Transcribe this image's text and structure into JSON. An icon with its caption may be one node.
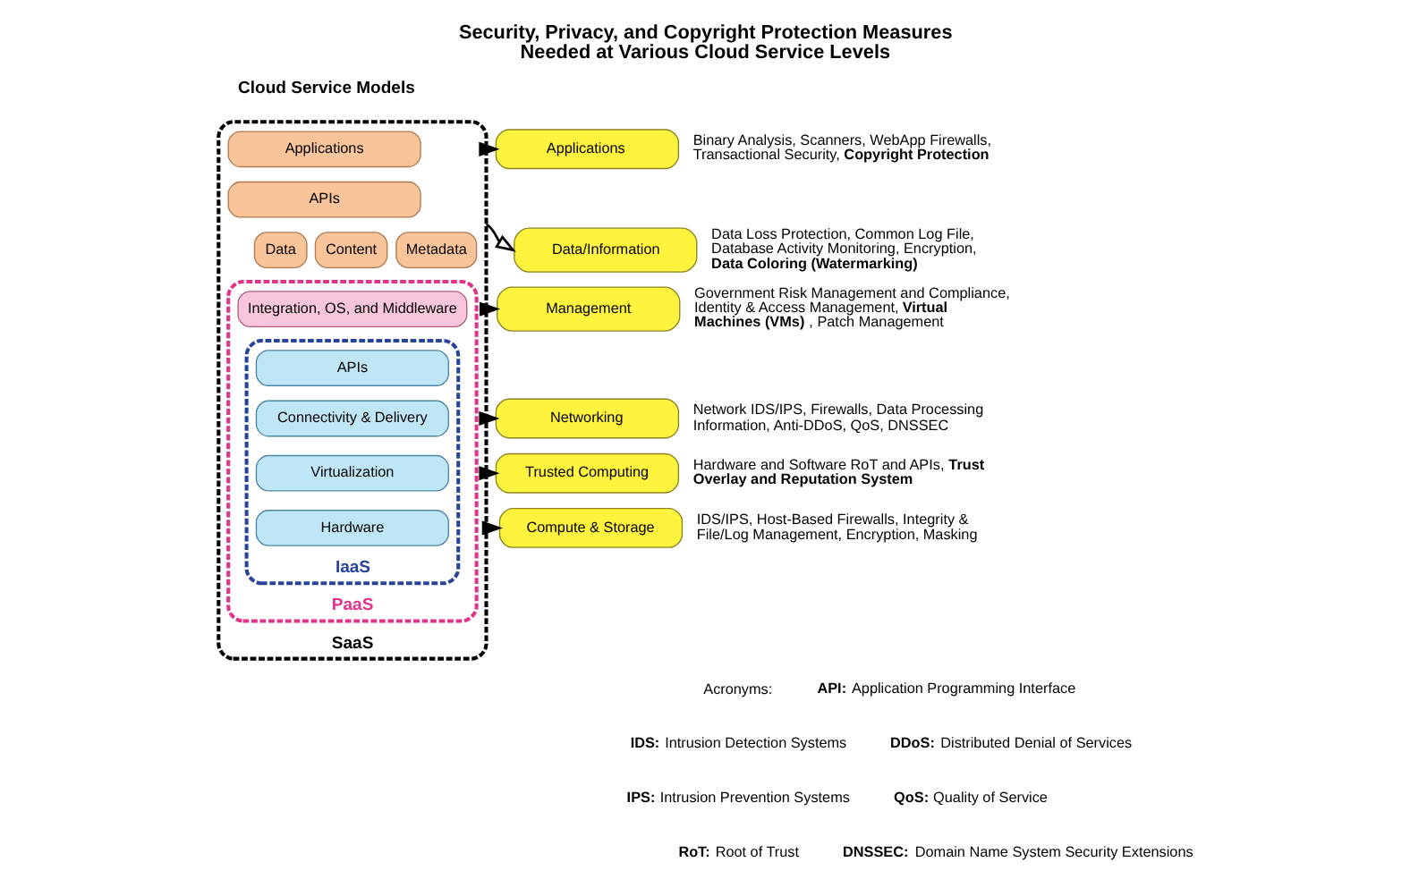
{
  "diagram": {
    "title": "Security, Privacy, and Copyright Protection Measures Needed at Various Cloud Service Levels",
    "nodes": [
      {
        "text": [
          "SaaS"
        ]
      },
      {
        "text": [
          "Applications"
        ],
        "in": 0
      },
      {
        "text": [
          "APIs"
        ],
        "in": 0
      },
      {
        "text": [
          "Data"
        ],
        "in": 0
      },
      {
        "text": [
          "Content"
        ],
        "in": 0
      },
      {
        "text": [
          "Metadata"
        ],
        "in": 0
      },
      {
        "text": [
          "PaaS"
        ],
        "in": 0
      },
      {
        "text": [
          "Integration, OS, and Middleware"
        ],
        "in": 6
      },
      {
        "text": [
          "IaaS"
        ],
        "in": 6
      },
      {
        "text": [
          "APIs"
        ],
        "in": 8
      },
      {
        "text": [
          "Connectivity & Delivery"
        ],
        "in": 8
      },
      {
        "text": [
          "Virtualization"
        ],
        "in": 8
      },
      {
        "text": [
          "Hardware"
        ],
        "in": 8
      },
      {
        "text": [
          "Applications"
        ],
        "beside": [
          "Binary Analysis, Scanners, WebApp Firewalls, Transactional Security, **Copyright Protection**"
        ]
      },
      {
        "text": [
          "Data/Information"
        ],
        "beside": [
          "Data Loss Protection, Common Log File, Database Activity Monitoring, Encryption, **Data Coloring (Watermarking)**"
        ]
      },
      {
        "text": [
          "Management"
        ],
        "beside": [
          "Government Risk Management and Compliance, Identity & Access Management, **Virtual Machines (VMs)**, Patch Management"
        ]
      },
      {
        "text": [
          "Networking"
        ],
        "beside": [
          "Network IDS/IPS, Firewalls, Data Processing Information, Anti-DDoS, QoS, DNSSEC"
        ]
      },
      {
        "text": [
          "Trusted Computing"
        ],
        "beside": [
          "Hardware and Software RoT and APIs, **Trust Overlay and Reputation System**"
        ]
      },
      {
        "text": [
          "Compute & Storage"
        ],
        "beside": [
          "IDS/IPS, Host-Based Firewalls, Integrity & File/Log Management, Encryption, Masking"
        ]
      }
    ],
    "edges": [
      {
        "from": 0,
        "to": 13,
        "arrow": "to"
      },
      {
        "from": 0,
        "to": 14,
        "arrow": "to"
      },
      {
        "from": 0,
        "to": 15,
        "arrow": "to"
      },
      {
        "from": 0,
        "to": 16,
        "arrow": "to"
      },
      {
        "from": 0,
        "to": 17,
        "arrow": "to"
      },
      {
        "from": 0,
        "to": 18,
        "arrow": "to"
      }
    ],
    "labels": [
      "Cloud Service Models",
      "Acronyms:",
      "**API:** Application Programming Interface",
      "**IDS:** Intrusion Detection Systems",
      "**DDoS:** Distributed Denial of Services",
      "**IPS:** Intrusion Prevention Systems",
      "**QoS:** Quality of Service",
      "**RoT:** Root of Trust",
      "**DNSSEC:** Domain Name System Security Extensions"
    ]
  }
}
